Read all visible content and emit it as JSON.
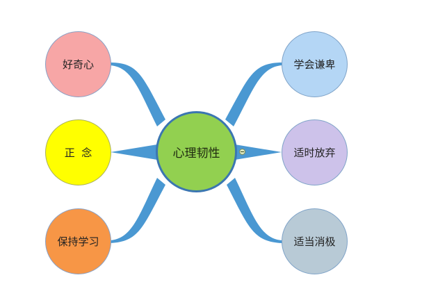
{
  "mindmap": {
    "central": {
      "label": "心理韧性",
      "fill": "#92d050",
      "border": "#3b76b1"
    },
    "connector_color": "#4a98d2",
    "left_branches": [
      {
        "label": "好奇心",
        "fill": "#f7a6a6",
        "border": "#8aa0c4"
      },
      {
        "label": "正  念",
        "fill": "#ffff00",
        "border": "#a9b05a"
      },
      {
        "label": "保持学习",
        "fill": "#f79646",
        "border": "#8aa0c4"
      }
    ],
    "right_branches": [
      {
        "label": "学会谦卑",
        "fill": "#b4d6f5",
        "border": "#7fa3c8"
      },
      {
        "label": "适时放弃",
        "fill": "#cdc2ea",
        "border": "#7fa3c8"
      },
      {
        "label": "适当消极",
        "fill": "#b8cad6",
        "border": "#7fa3c8"
      }
    ],
    "collapse_button": {
      "icon": "minus-circle-icon",
      "state": "expanded"
    }
  }
}
